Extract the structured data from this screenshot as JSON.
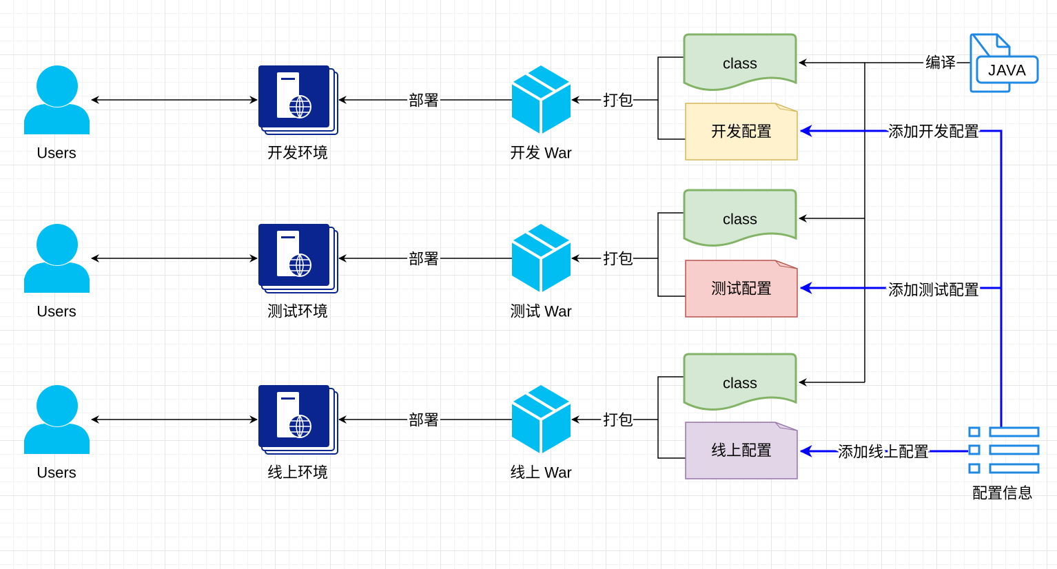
{
  "rows": [
    {
      "users_label": "Users",
      "server_label": "开发环境",
      "deploy_label": "部署",
      "war_label": "开发 War",
      "package_label": "打包",
      "class_label": "class",
      "config_label": "开发配置",
      "add_config_label": "添加开发配置",
      "config_fill": "#fff2cc",
      "config_stroke": "#d6b656"
    },
    {
      "users_label": "Users",
      "server_label": "测试环境",
      "deploy_label": "部署",
      "war_label": "测试 War",
      "package_label": "打包",
      "class_label": "class",
      "config_label": "测试配置",
      "add_config_label": "添加测试配置",
      "config_fill": "#f8cecc",
      "config_stroke": "#b85450"
    },
    {
      "users_label": "Users",
      "server_label": "线上环境",
      "deploy_label": "部署",
      "war_label": "线上 War",
      "package_label": "打包",
      "class_label": "class",
      "config_label": "线上配置",
      "add_config_label": "添加线上配置",
      "config_fill": "#e1d5e7",
      "config_stroke": "#9673a6"
    }
  ],
  "compile_label": "编译",
  "java_icon_text": "JAVA",
  "config_info_label": "配置信息",
  "colors": {
    "user": "#00bef2",
    "server": "#0a2490",
    "cube": "#00bef2",
    "class_fill": "#d5e8d4",
    "class_stroke": "#82b366",
    "blue_edge": "#0000ff",
    "java": "#1e88e5"
  },
  "icons": [
    "user-icon",
    "server-icon",
    "package-cube-icon",
    "java-file-icon",
    "config-list-icon"
  ]
}
